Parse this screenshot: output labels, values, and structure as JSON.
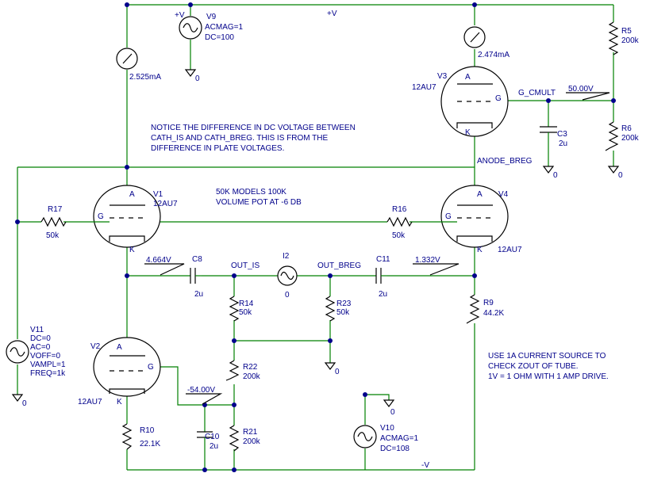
{
  "power": {
    "plus_v": "+V",
    "minus_v": "-V"
  },
  "tubes": {
    "v1": {
      "name": "V1",
      "model": "12AU7"
    },
    "v2": {
      "name": "V2",
      "model": "12AU7"
    },
    "v3": {
      "name": "V3",
      "model": "12AU7"
    },
    "v4": {
      "name": "V4",
      "model": "12AU7"
    },
    "pin_a": "A",
    "pin_g": "G",
    "pin_k": "K"
  },
  "sources": {
    "v9": {
      "name": "V9",
      "plus": "+V",
      "acmag": "ACMAG=1",
      "dc": "DC=100",
      "gnd": "0"
    },
    "v10": {
      "name": "V10",
      "acmag": "ACMAG=1",
      "dc": "DC=108",
      "gnd": "0"
    },
    "v11": {
      "name": "V11",
      "dc": "DC=0",
      "ac": "AC=0",
      "voff": "VOFF=0",
      "vampl": "VAMPL=1",
      "freq": "FREQ=1k",
      "gnd": "0"
    },
    "i2": {
      "name": "I2",
      "value": "0"
    }
  },
  "resistors": {
    "r5": {
      "name": "R5",
      "value": "200k"
    },
    "r6": {
      "name": "R6",
      "value": "200k"
    },
    "r9": {
      "name": "R9",
      "value": "44.2K"
    },
    "r10": {
      "name": "R10",
      "value": "22.1K"
    },
    "r14": {
      "name": "R14",
      "value": "50k"
    },
    "r16": {
      "name": "R16",
      "value": "50k"
    },
    "r17": {
      "name": "R17",
      "value": "50k"
    },
    "r21": {
      "name": "R21",
      "value": "200k"
    },
    "r22": {
      "name": "R22",
      "value": "200k"
    },
    "r23": {
      "name": "R23",
      "value": "50k"
    }
  },
  "capacitors": {
    "c3": {
      "name": "C3",
      "value": "2u"
    },
    "c8": {
      "name": "C8",
      "value": "2u"
    },
    "c10": {
      "name": "C10",
      "value": "2u"
    },
    "c11": {
      "name": "C11",
      "value": "2u"
    }
  },
  "meters": {
    "m1": "2.525mA",
    "m2": "2.474mA"
  },
  "markers": {
    "cath_is": "4.664V",
    "cath_breg": "1.332V",
    "g_cmult": "50.00V",
    "v2_grid": "-54.00V"
  },
  "nets": {
    "out_is": "OUT_IS",
    "out_breg": "OUT_BREG",
    "g_cmult": "G_CMULT",
    "anode_breg": "ANODE_BREG"
  },
  "grounds": {
    "c3": "0",
    "r6": "0",
    "r23": "0"
  },
  "notes": {
    "dc_diff": [
      "NOTICE THE DIFFERENCE IN DC  VOLTAGE BETWEEN",
      "CATH_IS AND CATH_BREG. THIS IS FROM THE",
      "DIFFERENCE IN PLATE VOLTAGES."
    ],
    "models": [
      "50K MODELS 100K",
      "VOLUME POT AT -6 DB"
    ],
    "current_source": [
      "USE 1A CURRENT SOURCE TO",
      "CHECK  ZOUT OF TUBE.",
      "1V = 1 OHM WITH 1 AMP DRIVE."
    ]
  }
}
